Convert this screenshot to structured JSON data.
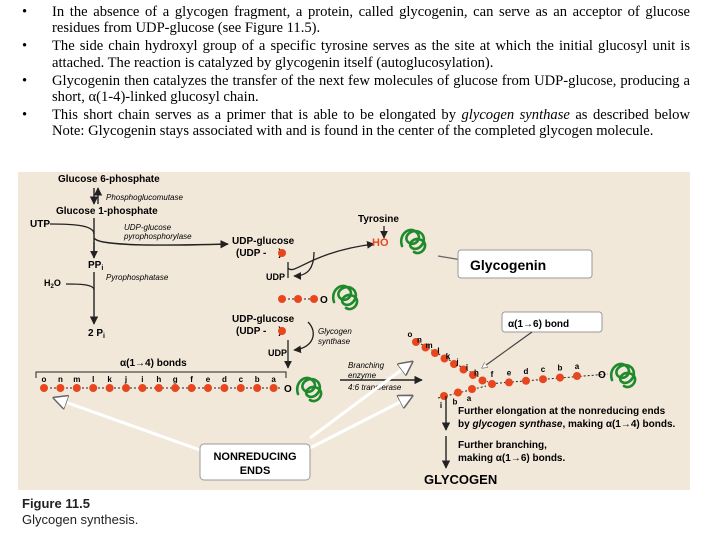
{
  "bullets": [
    {
      "text": "In the absence of a glycogen fragment, a protein, called glycogenin, can serve as an acceptor of glucose residues from UDP-glucose (see Figure 11.5)."
    },
    {
      "text": "The side chain hydroxyl group of a specific tyrosine serves as the site at which the initial glucosyl unit is attached. The reaction is catalyzed by glycogenin itself (autoglucosylation)."
    },
    {
      "text": " Glycogenin then catalyzes the transfer of the next few molecules of glucose from UDP-glucose, producing a short, α(1-4)-linked glucosyl chain."
    },
    {
      "pre": "This short chain serves as a primer that is able to be elongated by ",
      "em": "glycogen synthase",
      "post": " as described below Note: Glycogenin stays associated with and is found in the center of the completed glycogen molecule."
    }
  ],
  "bullet_marker": "•",
  "figure": {
    "g6p": "Glucose 6-phosphate",
    "pgm": "Phosphoglucomutase",
    "g1p": "Glucose 1-phosphate",
    "utp1": "UTP",
    "udpgp1": "UDP-glucose",
    "udpgp2": "pyrophosphorylase",
    "ppi": "PP",
    "ppi_sub": "i",
    "h2o": "H",
    "h2o_sub": "2",
    "h2o_end": "O",
    "pyroph": "Pyrophosphatase",
    "twopi": "2 P",
    "twopi_sub": "i",
    "udpg_a": "UDP-glucose",
    "udpg_a2": "(UDP -",
    "udpg_a2_end": ")",
    "udp_a": "UDP",
    "udpg_b": "UDP-glucose",
    "udpg_b2": "(UDP -",
    "udpg_b2_end": ")",
    "gs1": "Glycogen",
    "gs2": "synthase",
    "udp_b": "UDP",
    "tyrosine": "Tyrosine",
    "ho": "HO",
    "glycogenin": "Glycogenin",
    "o": "O",
    "a14_bonds": "α(1→4) bonds",
    "a16_bond": "α(1→6) bond",
    "chain_letters": [
      "o",
      "n",
      "m",
      "l",
      "k",
      "j",
      "i",
      "h",
      "g",
      "f",
      "e",
      "d",
      "c",
      "b",
      "a"
    ],
    "branch_letters": [
      "o",
      "n",
      "m",
      "l",
      "k",
      "j",
      "i",
      "h"
    ],
    "main_right_letters": [
      "i",
      "b",
      "a"
    ],
    "right_letters": [
      "f",
      "e",
      "d",
      "c",
      "b",
      "a"
    ],
    "branching1": "Branching",
    "branching2": "enzyme",
    "branching3": "4:6 transferase",
    "nonreducing1": "NONREDUCING",
    "nonreducing2": "ENDS",
    "further1a": "Further elongation at the nonreducing ends",
    "further1b_pre": "by ",
    "further1b_em": "glycogen synthase",
    "further1b_post": ", making α(1→4) bonds.",
    "further2a": "Further branching,",
    "further2b": "making α(1→6) bonds.",
    "glycogen": "GLYCOGEN"
  },
  "caption": {
    "number": "Figure 11.5",
    "title": "Glycogen synthesis."
  },
  "colors": {
    "figure_bg": "#f1e8da",
    "glucose": "#e8461e",
    "protein": "#1e8a2c",
    "arrow": "#222222"
  }
}
